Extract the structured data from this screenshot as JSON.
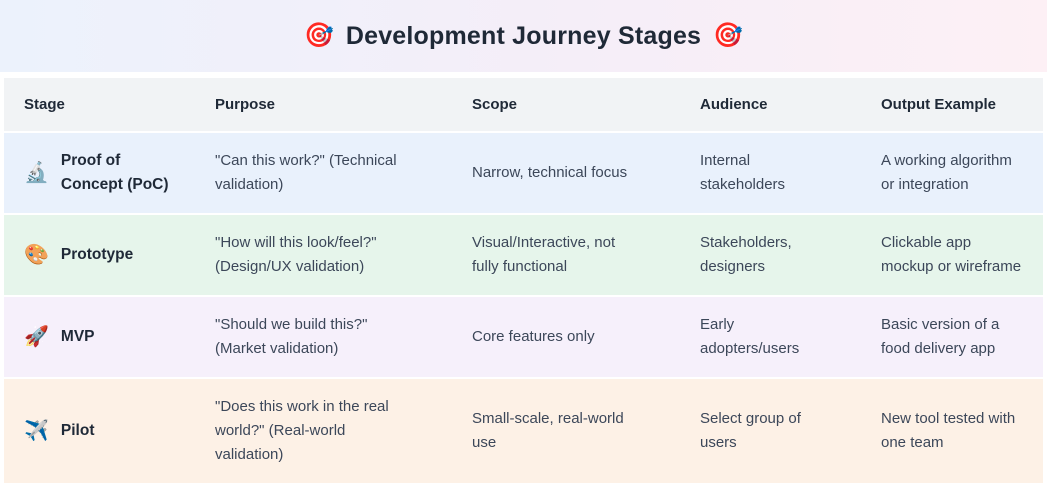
{
  "title": {
    "text": "Development Journey Stages",
    "left_emoji": "🎯",
    "right_emoji": "🎯"
  },
  "table": {
    "headers": {
      "stage": "Stage",
      "purpose": "Purpose",
      "scope": "Scope",
      "audience": "Audience",
      "output": "Output Example"
    },
    "rows": [
      {
        "emoji": "🔬",
        "name": "Proof of Concept (PoC)",
        "purpose": "\"Can this work?\" (Technical validation)",
        "scope": "Narrow, technical focus",
        "audience": "Internal stakeholders",
        "output": "A working algorithm or integration",
        "bg": "#e9f1fc"
      },
      {
        "emoji": "🎨",
        "name": "Prototype",
        "purpose": "\"How will this look/feel?\" (Design/UX validation)",
        "scope": "Visual/Interactive, not fully functional",
        "audience": "Stakeholders, designers",
        "output": "Clickable app mockup or wireframe",
        "bg": "#e6f5eb"
      },
      {
        "emoji": "🚀",
        "name": "MVP",
        "purpose": "\"Should we build this?\" (Market validation)",
        "scope": "Core features only",
        "audience": "Early adopters/users",
        "output": "Basic version of a food delivery app",
        "bg": "#f6f0fb"
      },
      {
        "emoji": "✈️",
        "name": "Pilot",
        "purpose": "\"Does this work in the real world?\" (Real-world validation)",
        "scope": "Small-scale, real-world use",
        "audience": "Select group of users",
        "output": "New tool tested with one team",
        "bg": "#fdf1e6"
      }
    ]
  },
  "colors": {
    "banner_gradient_start": "#ecf2fc",
    "banner_gradient_end": "#fdf0f5",
    "header_row_bg": "#f1f3f5",
    "row_bg_poc": "#e9f1fc",
    "row_bg_prototype": "#e6f5eb",
    "row_bg_mvp": "#f6f0fb",
    "row_bg_pilot": "#fdf1e6",
    "heading_text": "#1f2937",
    "body_text": "#3c4759"
  }
}
